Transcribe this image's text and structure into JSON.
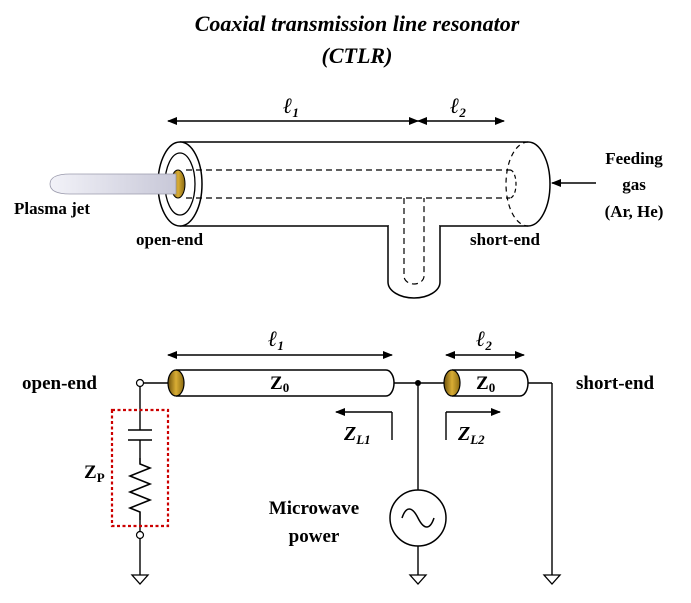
{
  "title": {
    "line1": "Coaxial transmission line resonator",
    "line2": "(CTLR)"
  },
  "top_diagram": {
    "length1_symbol": "ℓ",
    "length1_sub": "1",
    "length2_symbol": "ℓ",
    "length2_sub": "2",
    "plasma_jet_label": "Plasma jet",
    "open_end_label": "open-end",
    "short_end_label": "short-end",
    "feeding_gas_line1": "Feeding",
    "feeding_gas_line2": "gas",
    "feeding_gas_line3": "(Ar, He)"
  },
  "circuit": {
    "length1_symbol": "ℓ",
    "length1_sub": "1",
    "length2_symbol": "ℓ",
    "length2_sub": "2",
    "open_end_label": "open-end",
    "short_end_label": "short-end",
    "z0_left_main": "Z",
    "z0_left_sub": "0",
    "z0_right_main": "Z",
    "z0_right_sub": "0",
    "zl1_main": "Z",
    "zl1_sub": "L1",
    "zl2_main": "Z",
    "zl2_sub": "L2",
    "zp_main": "Z",
    "zp_sub": "P",
    "microwave_line1": "Microwave",
    "microwave_line2": "power"
  },
  "colors": {
    "conductor_gold": "#8a6a12",
    "conductor_gold_light": "#d4a62a",
    "zp_box": "#cc0000",
    "plasma": "#d8d8e6"
  }
}
